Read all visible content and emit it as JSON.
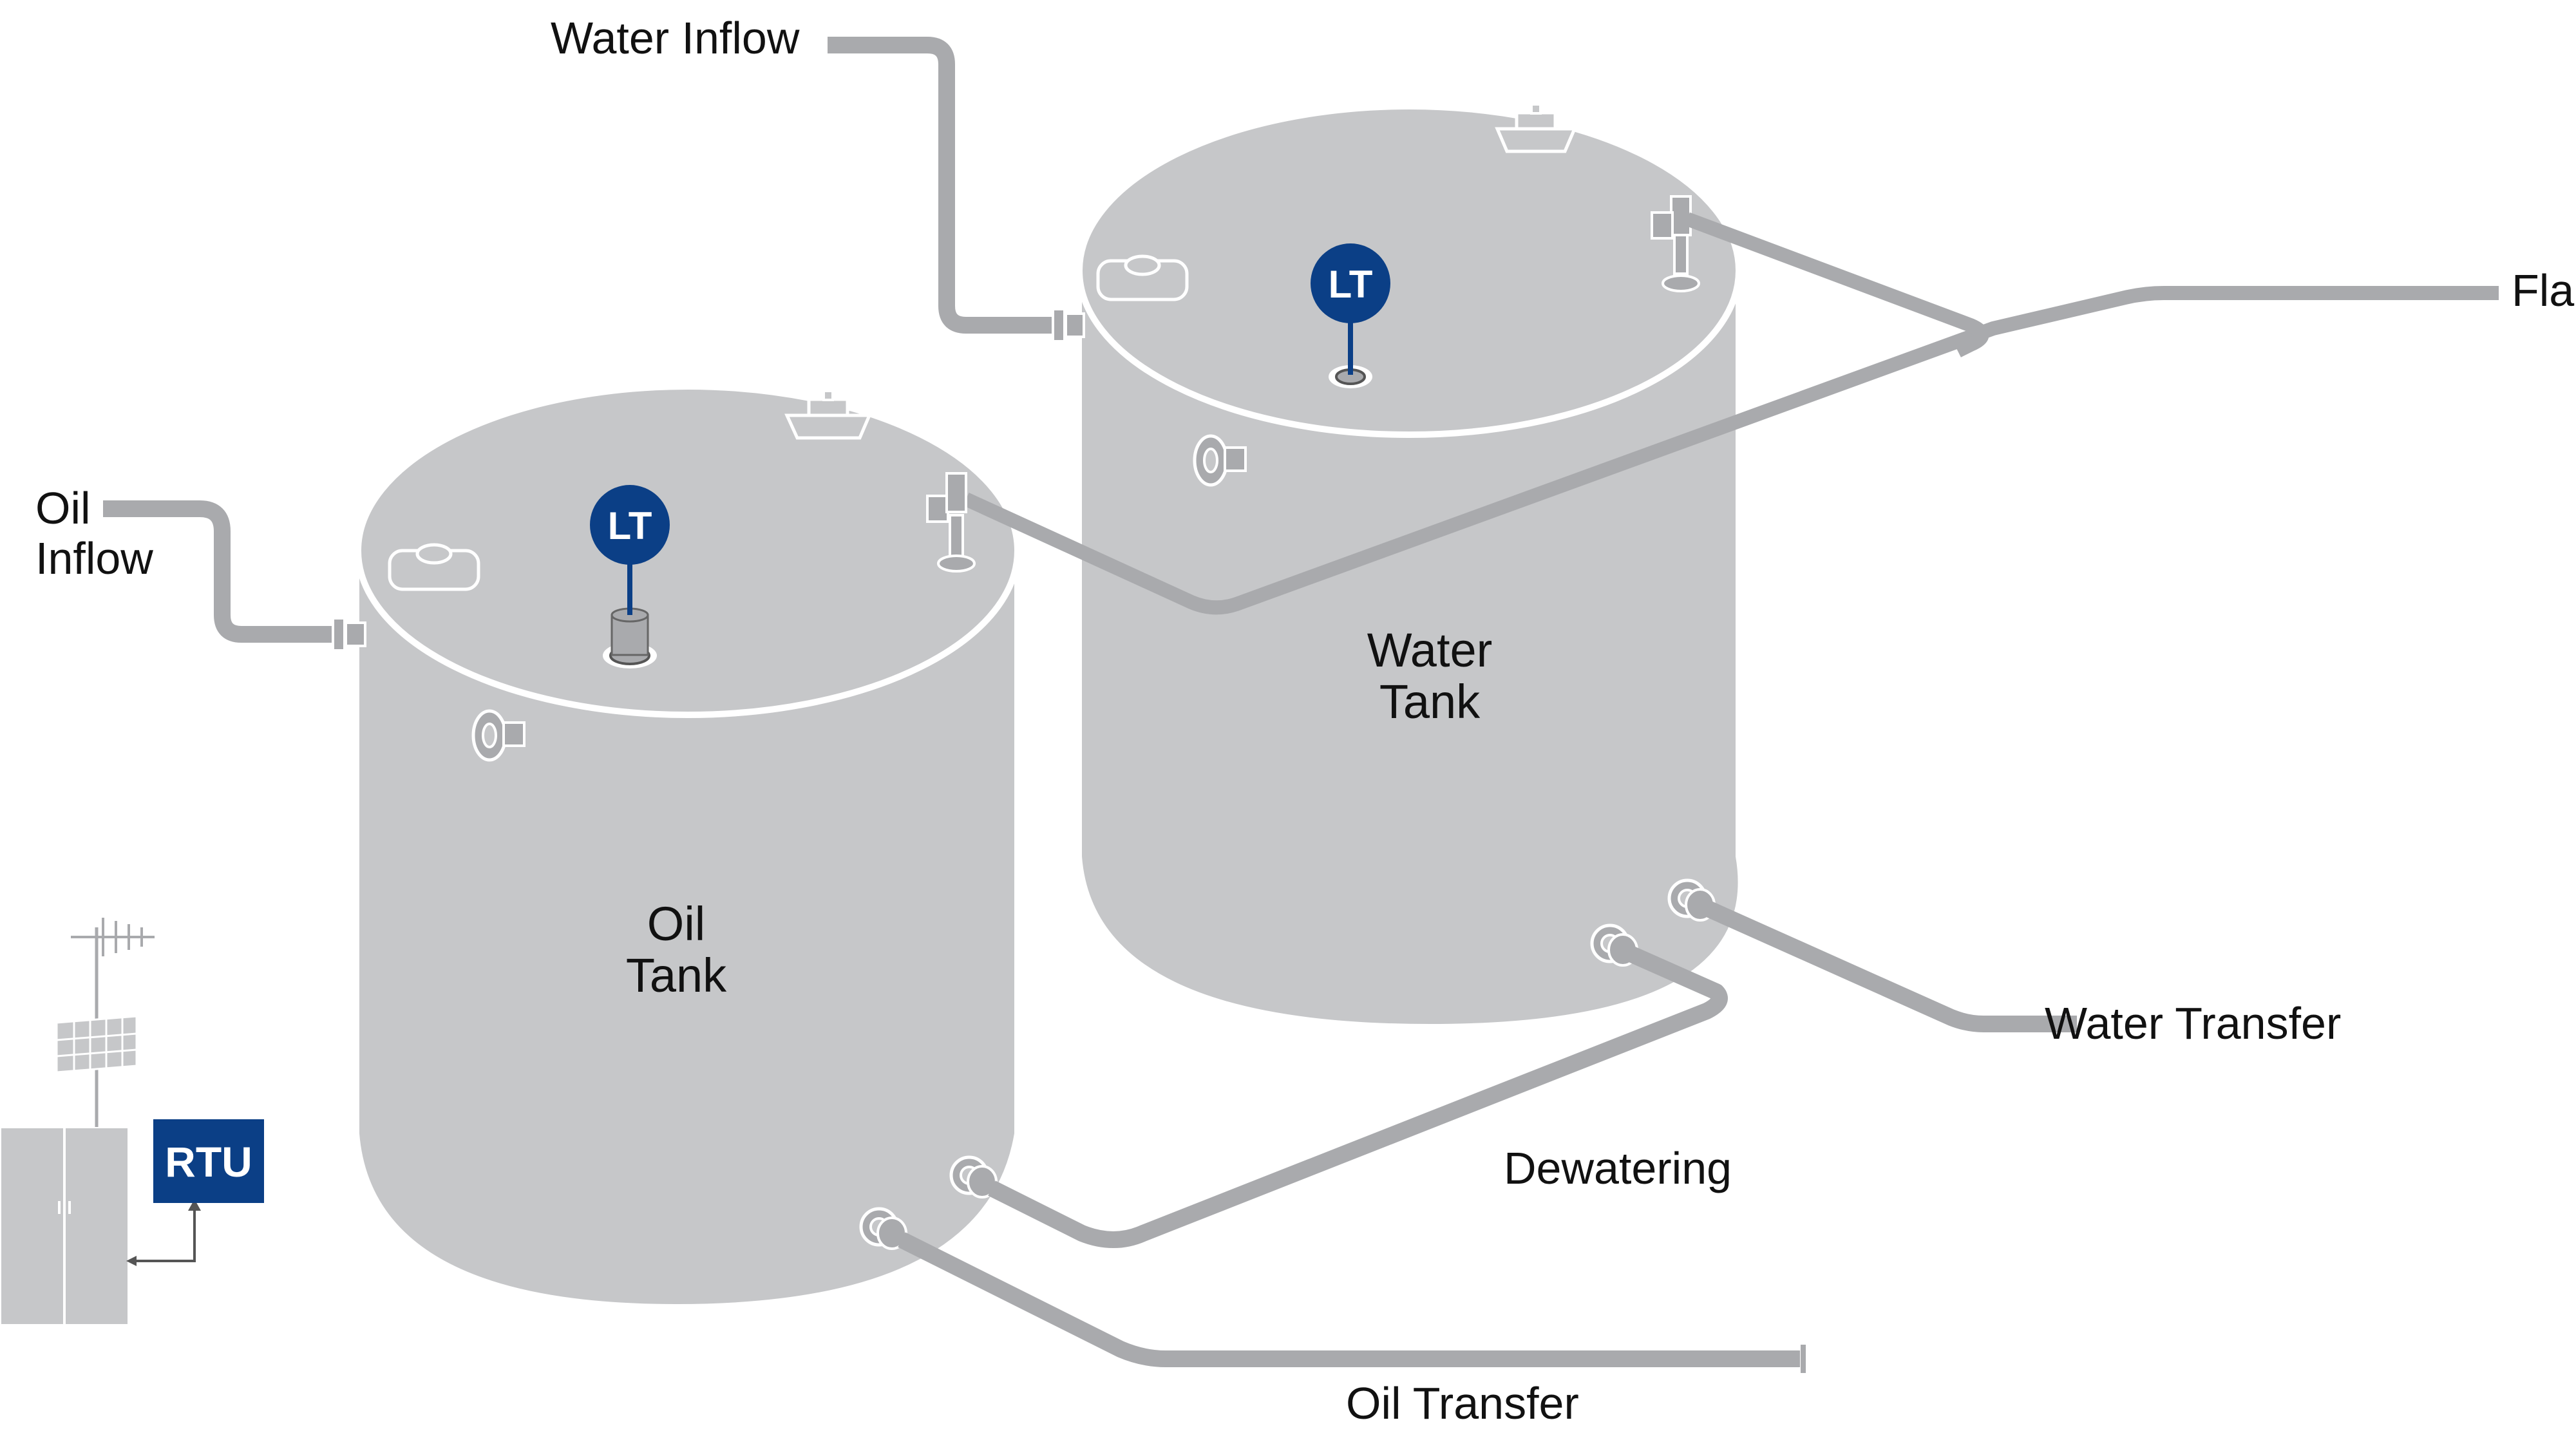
{
  "labels": {
    "water_inflow": "Water Inflow",
    "oil_inflow": "Oil\nInflow",
    "flare": "Flare",
    "water_tank": "Water\nTank",
    "oil_tank": "Oil\nTank",
    "water_transfer": "Water Transfer",
    "dewatering": "Dewatering",
    "oil_transfer": "Oil Transfer",
    "rtu": "RTU",
    "level_transmitter": "LT"
  },
  "colors": {
    "tank_body": "#c6c7c9",
    "tank_top_outline": "#ffffff",
    "pipe": "#a9aaad",
    "accent_blue": "#0b3f86",
    "text": "#111111"
  },
  "icons": [
    "level-transmitter-icon",
    "rtu-cabinet-icon",
    "solar-panel-icon",
    "antenna-icon",
    "hatch-icon",
    "vent-valve-icon",
    "nozzle-icon"
  ]
}
